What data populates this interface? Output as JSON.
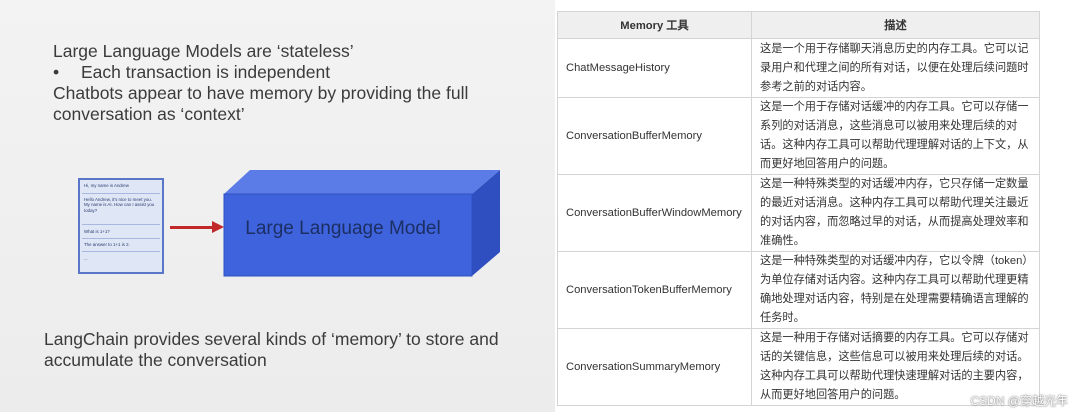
{
  "slide": {
    "line1": "Large Language Models are ‘stateless’",
    "bullet_glyph": "•",
    "line2": "Each transaction is independent",
    "line3": "Chatbots appear to have memory by providing the full conversation as ‘context’",
    "chat_lines": [
      "Hi, my name is Andrew",
      "Hello Andrew, it's nice to meet you. My name is AI. How can I assist you today?",
      "What is 1+1?",
      "The answer to 1+1 is 2.",
      "..."
    ],
    "llm_label": "Large Language Model",
    "line4": "LangChain provides several kinds of ‘memory’ to store and accumulate the conversation",
    "colors": {
      "text": "#3b3b3b",
      "arrow": "#c0282a",
      "box_front": "#3f63dd",
      "box_top": "#5b7ce6",
      "box_side": "#2f4fc0"
    }
  },
  "table": {
    "headers": [
      "Memory 工具",
      "描述"
    ],
    "rows": [
      {
        "name": "ChatMessageHistory",
        "desc": "这是一个用于存储聊天消息历史的内存工具。它可以记录用户和代理之间的所有对话，以便在处理后续问题时参考之前的对话内容。"
      },
      {
        "name": "ConversationBufferMemory",
        "desc": "这是一个用于存储对话缓冲的内存工具。它可以存储一系列的对话消息，这些消息可以被用来处理后续的对话。这种内存工具可以帮助代理理解对话的上下文，从而更好地回答用户的问题。"
      },
      {
        "name": "ConversationBufferWindowMemory",
        "desc": "这是一种特殊类型的对话缓冲内存，它只存储一定数量的最近对话消息。这种内存工具可以帮助代理关注最近的对话内容，而忽略过早的对话，从而提高处理效率和准确性。"
      },
      {
        "name": "ConversationTokenBufferMemory",
        "desc": "这是一种特殊类型的对话缓冲内存，它以令牌（token）为单位存储对话内容。这种内存工具可以帮助代理更精确地处理对话内容，特别是在处理需要精确语言理解的任务时。"
      },
      {
        "name": "ConversationSummaryMemory",
        "desc": "这是一种用于存储对话摘要的内存工具。它可以存储对话的关键信息，这些信息可以被用来处理后续的对话。这种内存工具可以帮助代理快速理解对话的主要内容，从而更好地回答用户的问题。"
      }
    ]
  },
  "watermark": "CSDN @穿越光年"
}
